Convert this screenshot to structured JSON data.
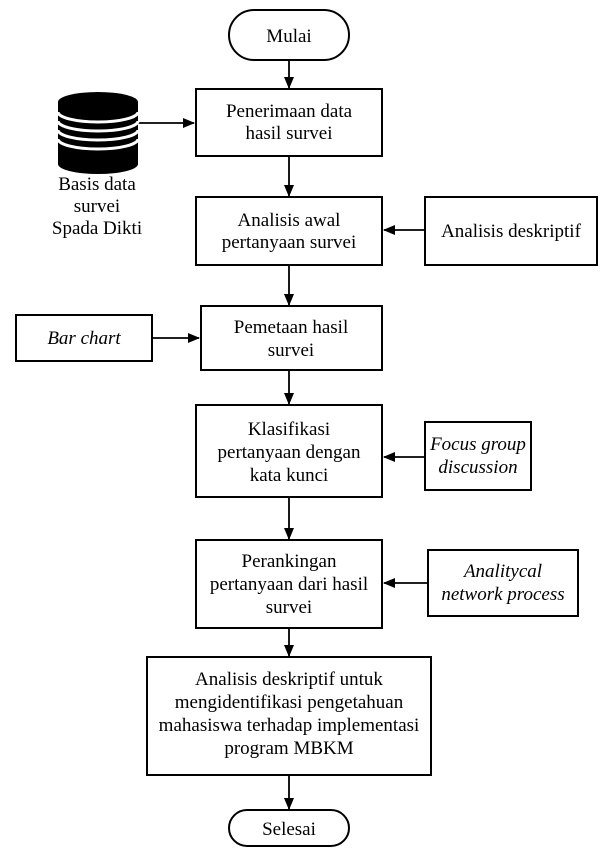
{
  "nodes": {
    "start": [
      "Mulai"
    ],
    "step1": [
      "Penerimaan data",
      "hasil survei"
    ],
    "step2": [
      "Analisis awal",
      "pertanyaan survei"
    ],
    "step3": [
      "Pemetaan hasil",
      "survei"
    ],
    "step4": [
      "Klasifikasi",
      "pertanyaan dengan",
      "kata kunci"
    ],
    "step5": [
      "Perankingan",
      "pertanyaan dari hasil",
      "survei"
    ],
    "step6": [
      "Analisis deskriptif untuk",
      "mengidentifikasi pengetahuan",
      "mahasiswa terhadap implementasi",
      "program MBKM"
    ],
    "end": [
      "Selesai"
    ]
  },
  "database": {
    "label": [
      "Basis data",
      "survei",
      "Spada Dikti"
    ]
  },
  "side_inputs": {
    "analisis_deskriptif": [
      "Analisis deskriptif"
    ],
    "bar_chart": [
      "Bar chart"
    ],
    "focus_group": [
      "Focus group",
      "discussion"
    ],
    "anp": [
      "Analitycal",
      "network process"
    ]
  }
}
